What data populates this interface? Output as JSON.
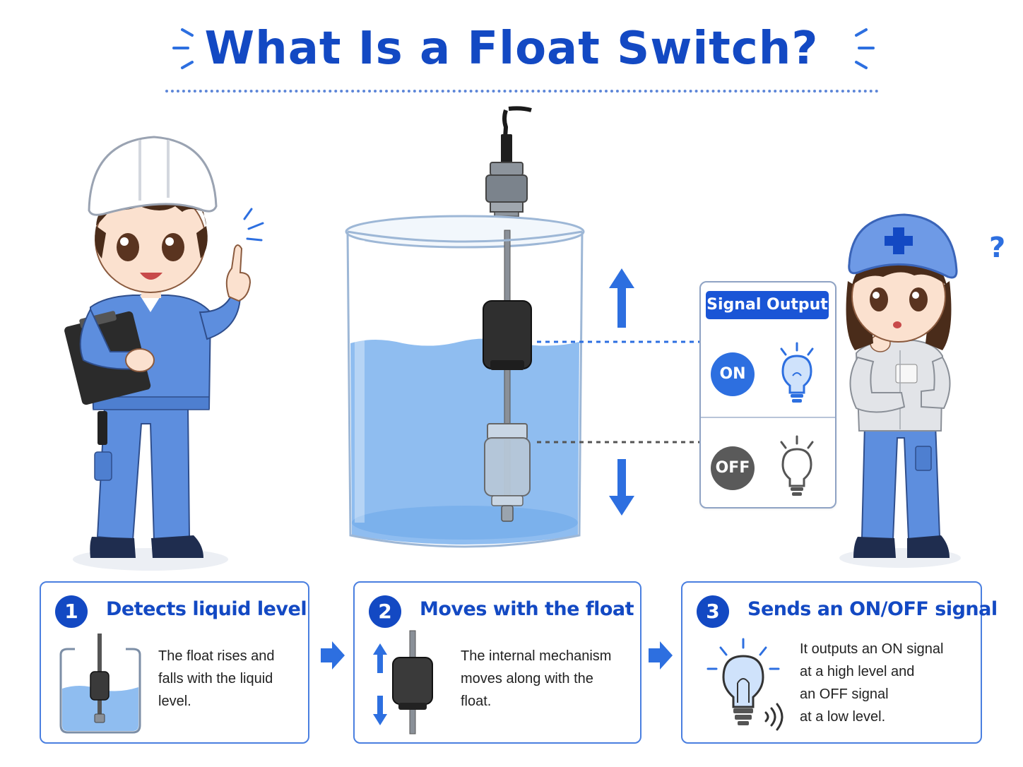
{
  "title": "What Is a Float Switch?",
  "colors": {
    "primary": "#1349c3",
    "accent": "#2d6fe0",
    "water": "#8fbdf0",
    "off": "#5a5a5a"
  },
  "signal_panel": {
    "title": "Signal Output",
    "on_label": "ON",
    "off_label": "OFF",
    "on_icon": "lightbulb-lit-icon",
    "off_icon": "lightbulb-off-icon"
  },
  "characters": {
    "left": "engineer-pointing-icon",
    "right": "worker-wondering-icon",
    "right_mark": "?"
  },
  "steps": [
    {
      "number": "1",
      "title": "Detects liquid level",
      "lines": [
        "The float rises and",
        "falls with the liquid",
        "level."
      ],
      "icon": "tank-float-icon"
    },
    {
      "number": "2",
      "title": "Moves with the float",
      "lines": [
        "The internal mechanism",
        "moves along with the",
        "float."
      ],
      "icon": "float-updown-icon"
    },
    {
      "number": "3",
      "title": "Sends an ON/OFF signal",
      "lines": [
        "It outputs an ON signal",
        "at a high level and",
        "an OFF signal",
        "at a low level."
      ],
      "icon": "lightbulb-signal-icon"
    }
  ]
}
